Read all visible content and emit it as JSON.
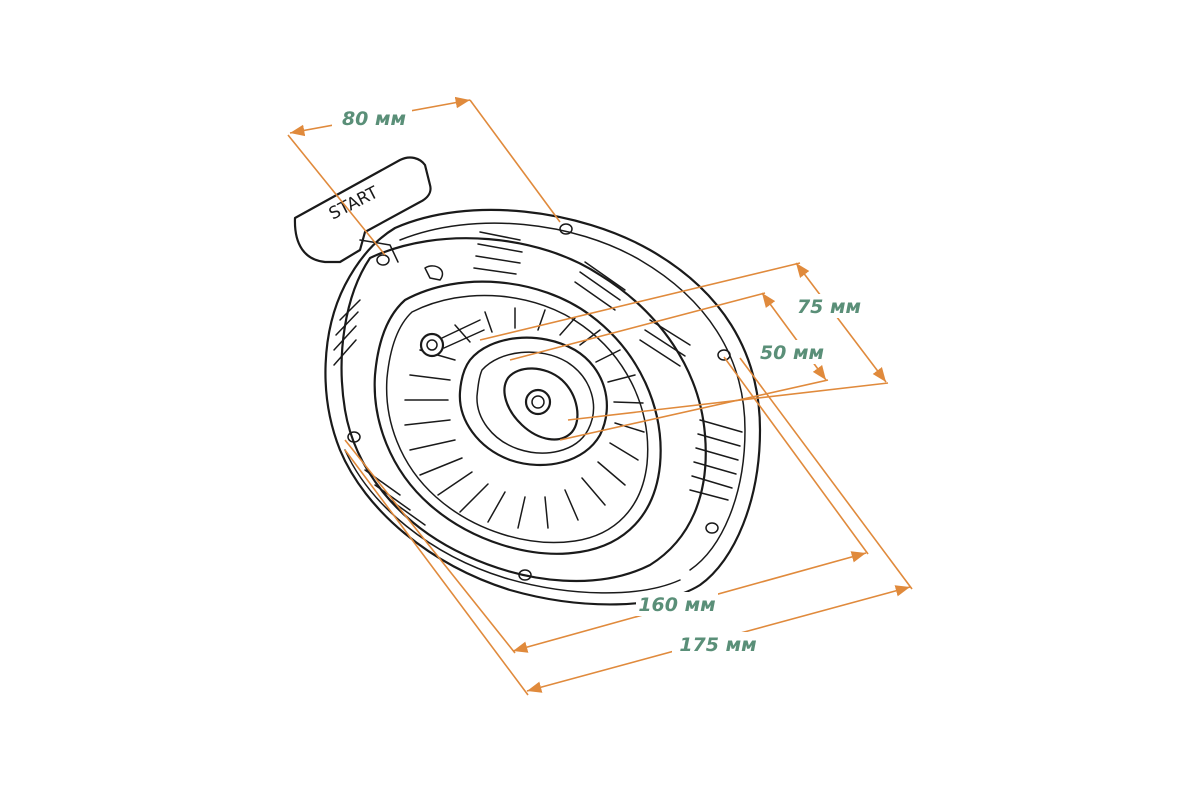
{
  "colors": {
    "dimension_line": "#e08a3c",
    "dimension_text": "#5a8f78",
    "drawing_line": "#1a1a1a",
    "background": "#ffffff"
  },
  "handle": {
    "label": "START"
  },
  "dimensions": [
    {
      "id": "handle-width",
      "label": "80 мм",
      "value": 80,
      "unit": "мм"
    },
    {
      "id": "outer-depth",
      "label": "75 мм",
      "value": 75,
      "unit": "мм"
    },
    {
      "id": "inner-depth",
      "label": "50 мм",
      "value": 50,
      "unit": "мм"
    },
    {
      "id": "inner-diameter",
      "label": "160 мм",
      "value": 160,
      "unit": "мм"
    },
    {
      "id": "outer-diameter",
      "label": "175 мм",
      "value": 175,
      "unit": "мм"
    }
  ]
}
